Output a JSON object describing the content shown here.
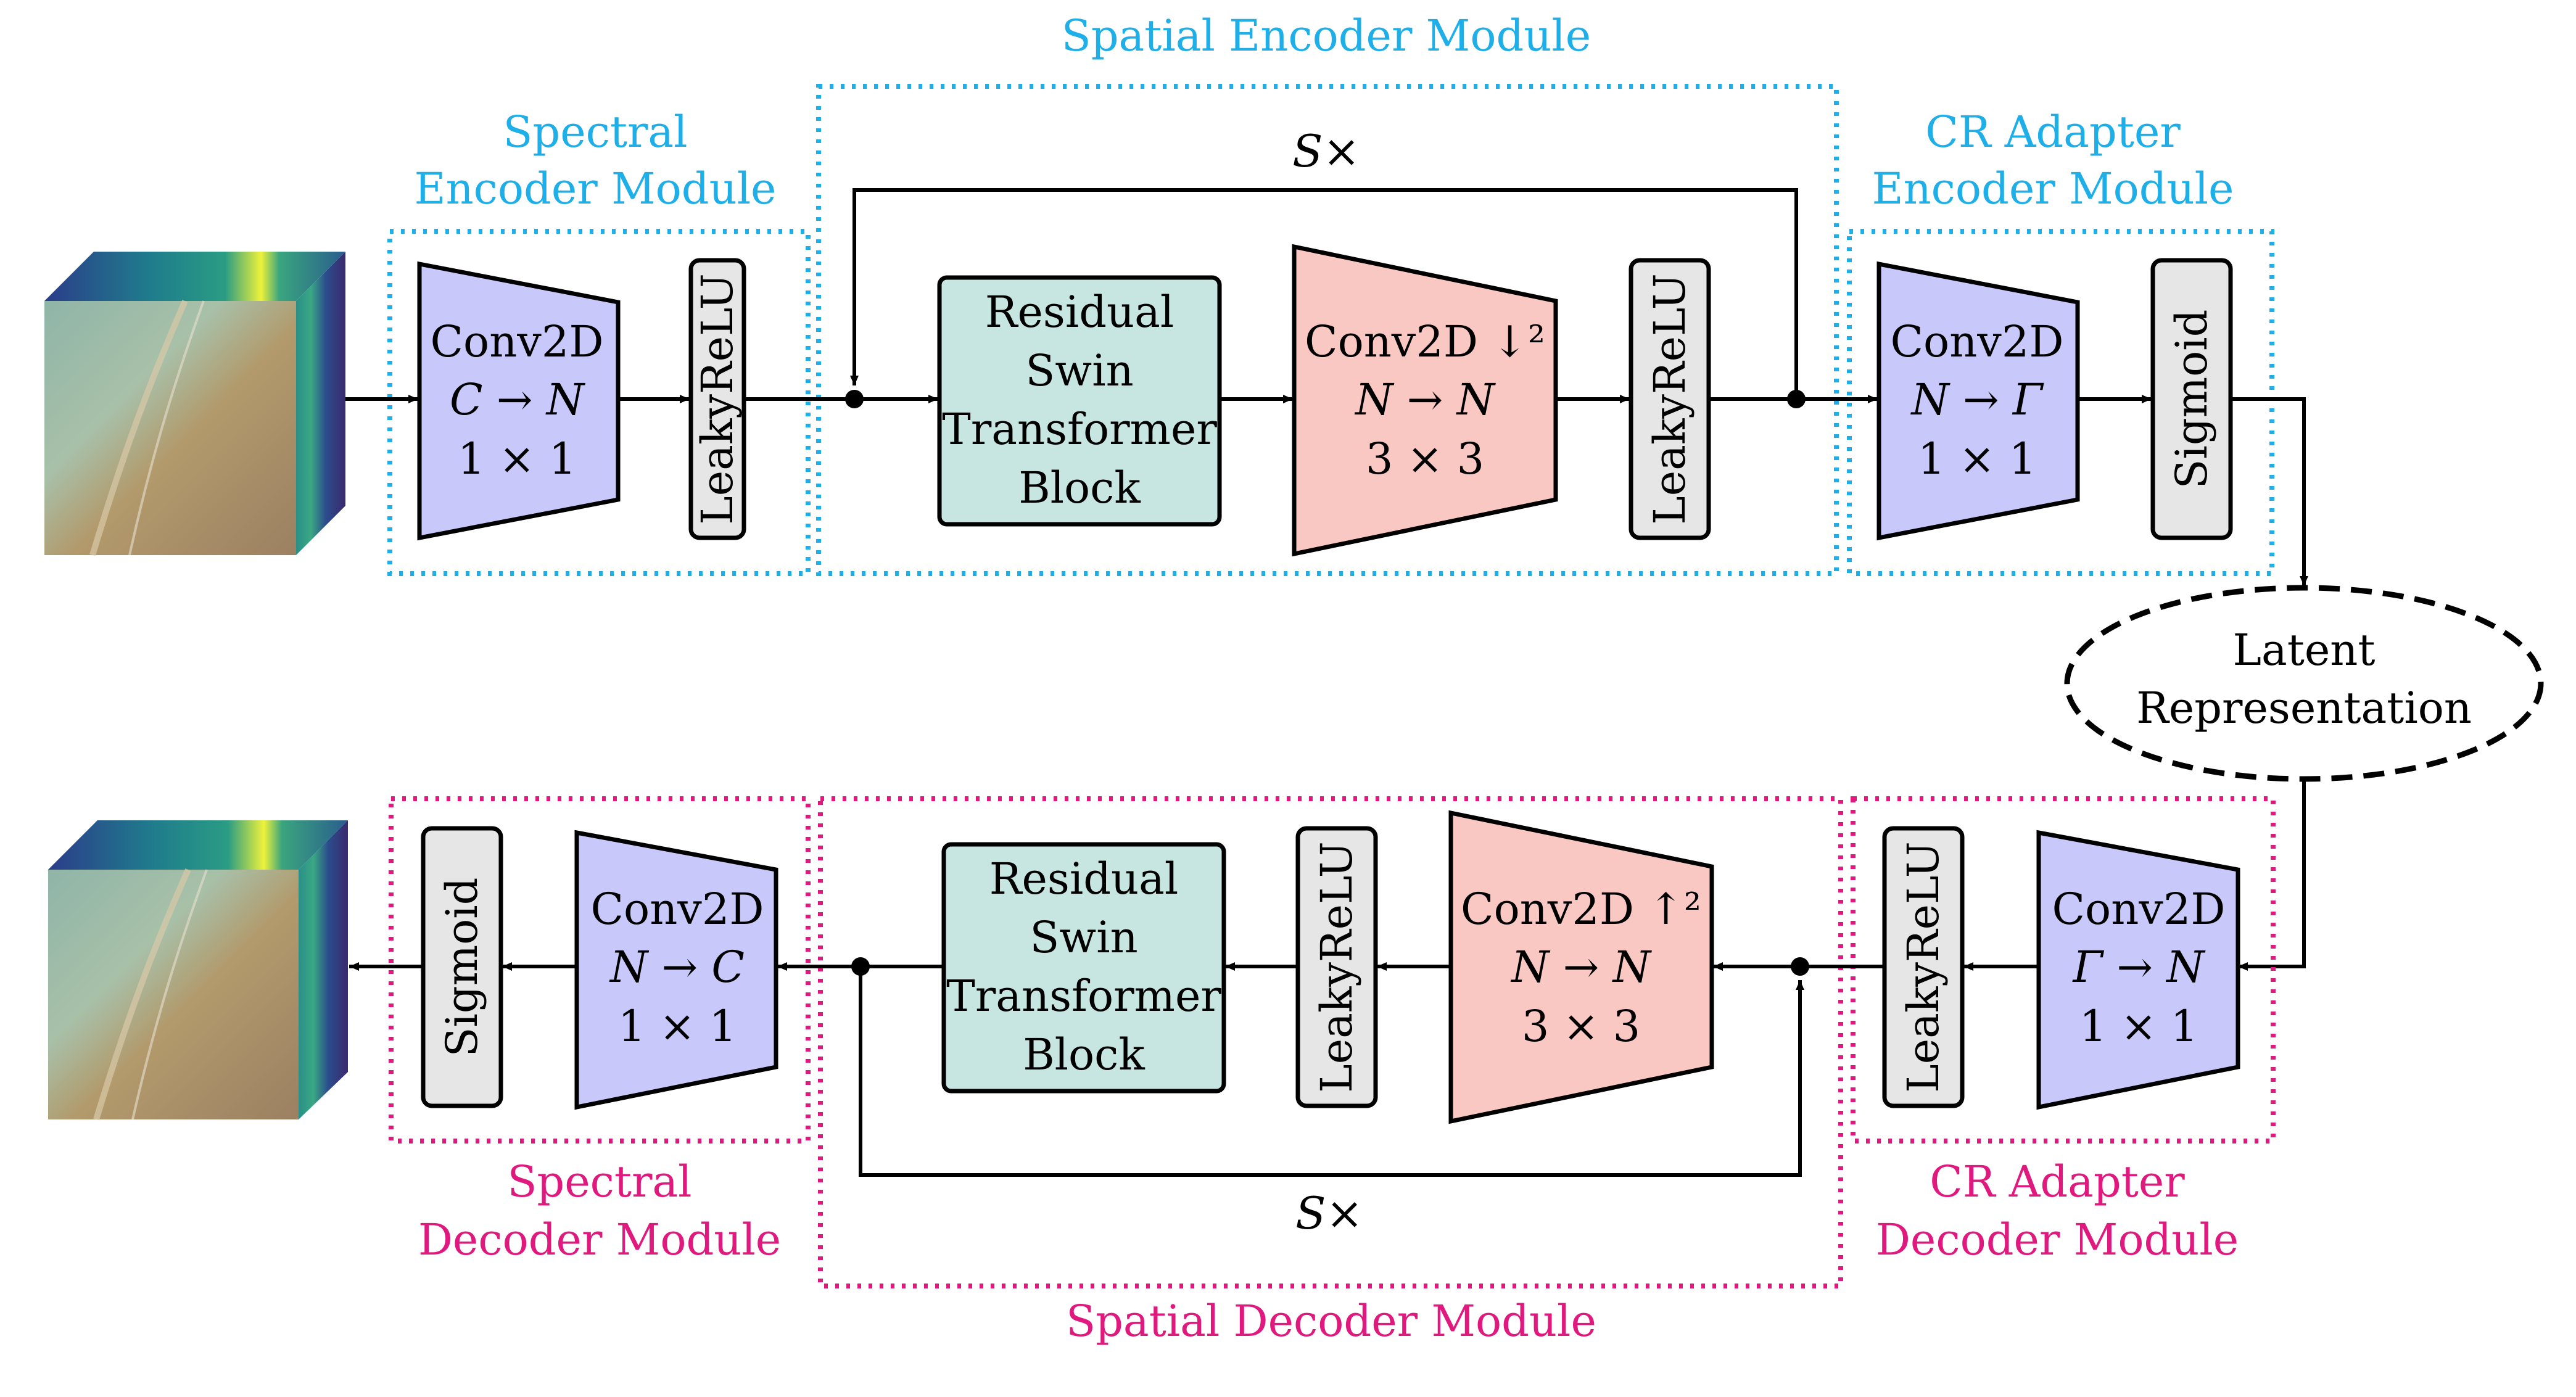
{
  "colors": {
    "encoder_frame": "#1eaee8",
    "decoder_frame": "#e0197f",
    "conv1x1_fill": "#c8c8fa",
    "conv3x3_fill": "#fac8c3",
    "swin_fill": "#c8e6e1",
    "activation_fill": "#e6e6e6",
    "line": "#000000"
  },
  "encoder": {
    "spectral_title": [
      "Spectral",
      "Encoder Module"
    ],
    "spatial_title": "Spatial Encoder Module",
    "adapter_title": [
      "CR Adapter",
      "Encoder Module"
    ],
    "repeat_label": "S×",
    "spectral_conv": [
      "Conv2D",
      "C → N",
      "1 × 1"
    ],
    "spectral_act": "LeakyReLU",
    "swin_block": [
      "Residual",
      "Swin",
      "Transformer",
      "Block"
    ],
    "spatial_conv": [
      "Conv2D ↓²",
      "N → N",
      "3 × 3"
    ],
    "spatial_act": "LeakyReLU",
    "adapter_conv": [
      "Conv2D",
      "N → Γ",
      "1 × 1"
    ],
    "adapter_act": "Sigmoid"
  },
  "latent": [
    "Latent",
    "Representation"
  ],
  "decoder": {
    "spectral_title": [
      "Spectral",
      "Decoder Module"
    ],
    "spatial_title": "Spatial Decoder Module",
    "adapter_title": [
      "CR Adapter",
      "Decoder Module"
    ],
    "repeat_label": "S×",
    "spectral_conv": [
      "Conv2D",
      "N → C",
      "1 × 1"
    ],
    "spectral_act": "Sigmoid",
    "swin_block": [
      "Residual",
      "Swin",
      "Transformer",
      "Block"
    ],
    "spatial_act": "LeakyReLU",
    "spatial_conv": [
      "Conv2D ↑²",
      "N → N",
      "3 × 3"
    ],
    "adapter_act": "LeakyReLU",
    "adapter_conv": [
      "Conv2D",
      "Γ → N",
      "1 × 1"
    ]
  }
}
